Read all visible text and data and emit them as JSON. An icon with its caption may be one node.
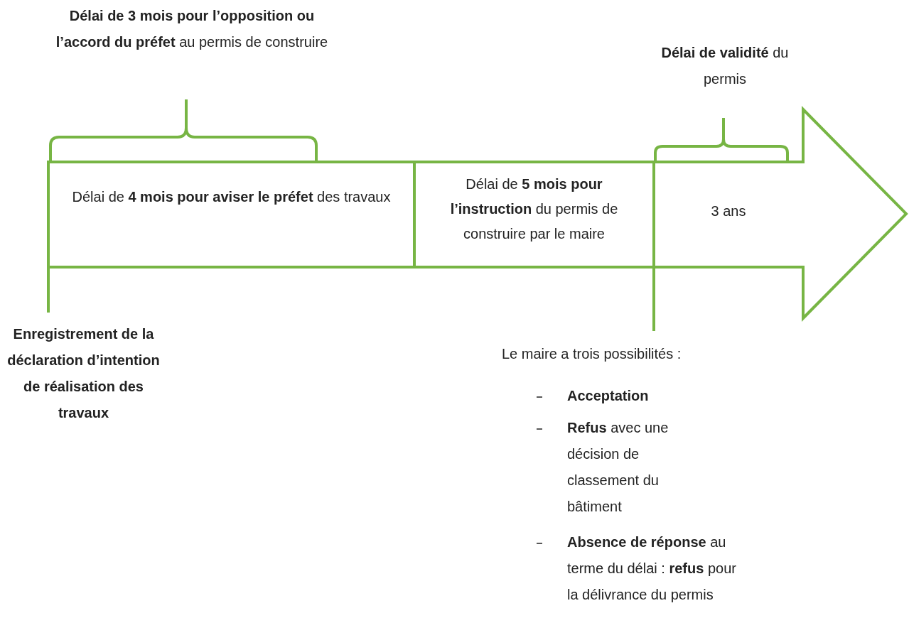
{
  "diagram": {
    "nodes": [
      {
        "text": [
          "Délai de **4 mois pour aviser le préfet** des travaux"
        ]
      },
      {
        "text": [
          "Délai de **5 mois pour l’instruction** du permis de construire par le maire"
        ]
      },
      {
        "text": [
          "3 ans"
        ]
      }
    ],
    "labels": [
      "**Délai de 3 mois pour l’opposition ou l’accord du préfet** au permis de construire",
      "**Délai de validité** du permis",
      "Enregistrement de la déclaration d’intention de réalisation des travaux",
      "Le maire a trois possibilités :",
      "Acceptation",
      "**Refus** avec une décision de classement du bâtiment",
      "**Absence de réponse** au terme du délai : **refus** pour la délivrance du permis"
    ]
  }
}
